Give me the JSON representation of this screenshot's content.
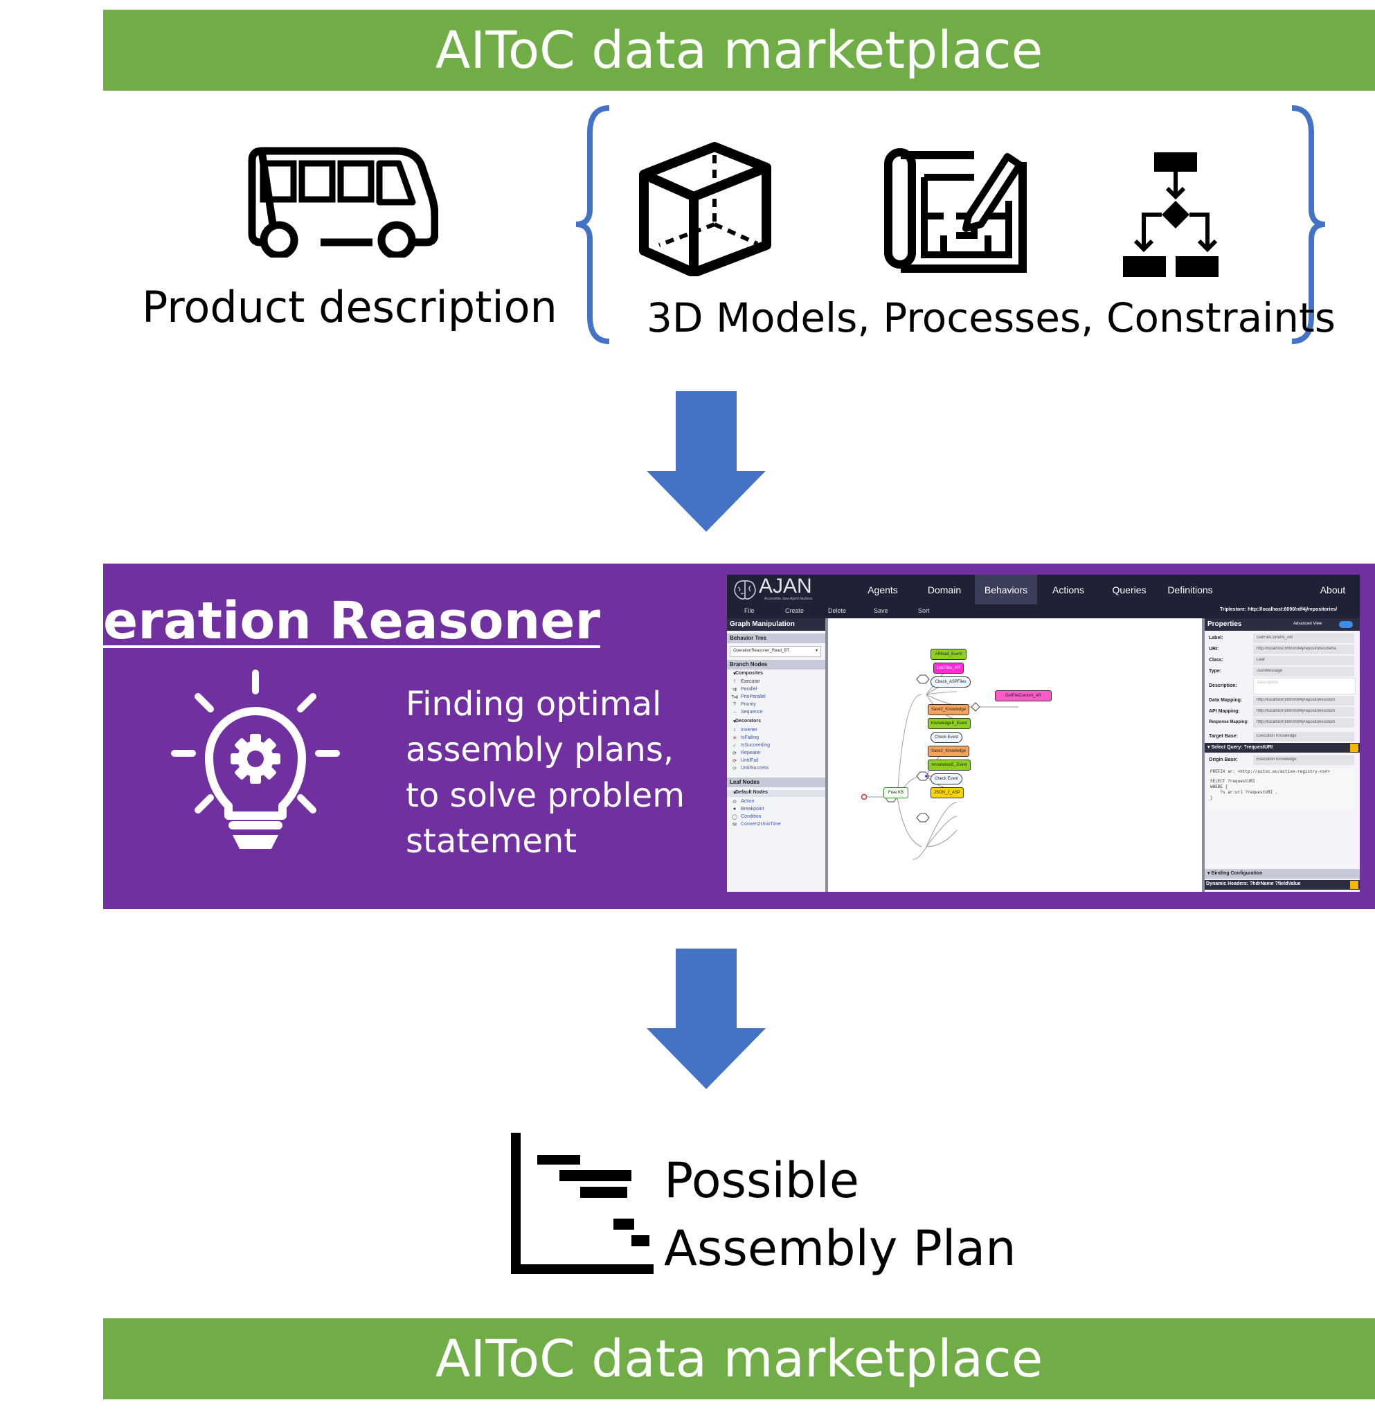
{
  "top_banner": {
    "title": "AIToC data marketplace"
  },
  "inputs": {
    "product_label": "Product description",
    "resources_label": "3D Models, Processes, Constraints",
    "icons": [
      "bus-icon",
      "cube-icon",
      "blueprint-icon",
      "flowchart-icon"
    ]
  },
  "reasoner": {
    "title": "eration Reasoner",
    "description": "Finding optimal assembly plans, to solve problem statement",
    "icon": "lightbulb-gear-icon"
  },
  "ajan": {
    "logo": "AJAN",
    "logo_sub": "Accessible Java Agent Nucleus",
    "nav": [
      "Agents",
      "Domain",
      "Behaviors",
      "Actions",
      "Queries",
      "Definitions",
      "About"
    ],
    "active_nav": "Behaviors",
    "menu": [
      "File",
      "Create",
      "Delete",
      "Save",
      "Sort"
    ],
    "triplestore": "Triplestore: http://localhost:8090/rdf4j/repositories/",
    "left": {
      "header": "Graph Manipulation",
      "behavior_tree_label": "Behavior Tree",
      "behavior_tree_value": "OperationReasoner_Read_BT",
      "branch_nodes": "Branch Nodes",
      "composites": "Composites",
      "composite_items": [
        "Executor",
        "Parallel",
        "PrioParallel",
        "Priority",
        "Sequence"
      ],
      "decorators": "Decorators",
      "decorator_items": [
        "Inverter",
        "IsFailing",
        "IsSucceeding",
        "Repeater",
        "UntilFail",
        "UntilSuccess"
      ],
      "leaf_nodes": "Leaf Nodes",
      "default_nodes": "Default Nodes",
      "default_items": [
        "Action",
        "Breakpoint",
        "Condition",
        "Convert2UnixTime"
      ]
    },
    "graph_nodes": [
      "AIRead_Event",
      "ListFiles_AR",
      "Check_ASPFiles",
      "GetFileContent_AR",
      "Save2_Knowledge",
      "KnowledgeE_Event",
      "Check Event",
      "Save2_Knowledge",
      "AnnotationE_Event",
      "Check Event",
      "Free KB",
      "JSON_2_ASP"
    ],
    "right": {
      "header": "Properties",
      "advanced_view": "Advanced View",
      "props": [
        {
          "k": "Label:",
          "v": "GetFileContent_AR"
        },
        {
          "k": "URI:",
          "v": "http://localhost:8090/rdf4j/repositories/beha"
        },
        {
          "k": "Class:",
          "v": "Leaf"
        },
        {
          "k": "Type:",
          "v": "JsonMessage"
        },
        {
          "k": "Description:",
          "v": "Description"
        },
        {
          "k": "Data Mapping:",
          "v": "http://localhost:8090/rdf4j/repositories/dom"
        },
        {
          "k": "API Mapping:",
          "v": "http://localhost:8090/rdf4j/repositories/dom"
        },
        {
          "k": "Response Mapping:",
          "v": "http://localhost:8090/rdf4j/repositories/dom"
        },
        {
          "k": "Target Base:",
          "v": "Execution Knowledge"
        }
      ],
      "select_query": "Select Query: ?requestURI",
      "origin_base_k": "Origin Base:",
      "origin_base_v": "Execution Knowledge",
      "query_lines": [
        "PREFIX ar: <http://aitoc.eu/active-registry-ns#>",
        "SELECT ?requestURI",
        "WHERE {",
        "    ?s ar:url ?requestURI .",
        "}"
      ],
      "binding": "Binding Configuration",
      "dynamic_headers": "Dynamic Headers: ?hdrName ?fieldValue"
    }
  },
  "output": {
    "line1": "Possible",
    "line2": "Assembly Plan",
    "icon": "gantt-chart-icon"
  },
  "bottom_banner": {
    "title": "AIToC data marketplace"
  },
  "colors": {
    "green": "#70ad47",
    "purple": "#7030a0",
    "arrow_blue": "#4472c4"
  }
}
